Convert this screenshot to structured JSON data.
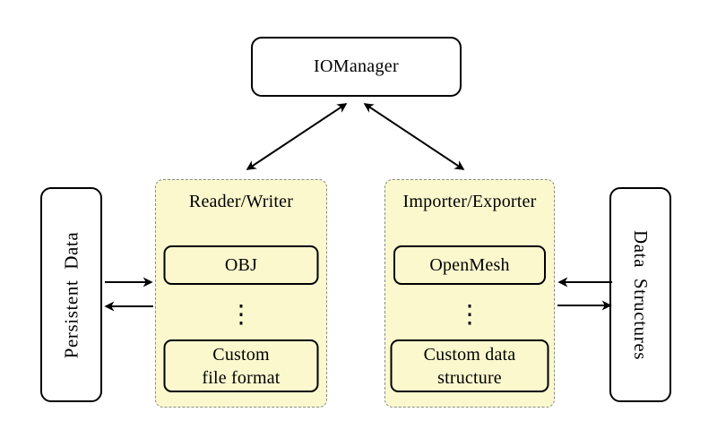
{
  "diagram_title": "IOManager input/output architecture diagram",
  "colors": {
    "background": "#ffffff",
    "group_fill": "#fbf8ce",
    "group_dashed_border": "#8a8a8a",
    "node_fill": "#ffffff",
    "line_and_text": "#000000"
  },
  "nodes": {
    "iomanager": {
      "label": "IOManager"
    },
    "persistent_data": {
      "label": "Persistent Data"
    },
    "data_structures": {
      "label": "Data Structures"
    }
  },
  "groups": {
    "reader_writer": {
      "title": "Reader/Writer",
      "items": {
        "top": "OBJ",
        "ellipsis": "⋮",
        "bottom_line1": "Custom",
        "bottom_line2": "file format"
      }
    },
    "importer_exporter": {
      "title": "Importer/Exporter",
      "items": {
        "top": "OpenMesh",
        "ellipsis": "⋮",
        "bottom_line1": "Custom data",
        "bottom_line2": "structure"
      }
    }
  },
  "arrows": [
    {
      "name": "iomanager-reader-writer",
      "direction": "double-headed"
    },
    {
      "name": "iomanager-importer-exporter",
      "direction": "double-headed"
    },
    {
      "name": "persistent-data-to-reader-writer",
      "direction": "right"
    },
    {
      "name": "reader-writer-to-persistent-data",
      "direction": "left"
    },
    {
      "name": "data-structures-to-importer-exporter",
      "direction": "left"
    },
    {
      "name": "importer-exporter-to-data-structures",
      "direction": "right"
    }
  ]
}
